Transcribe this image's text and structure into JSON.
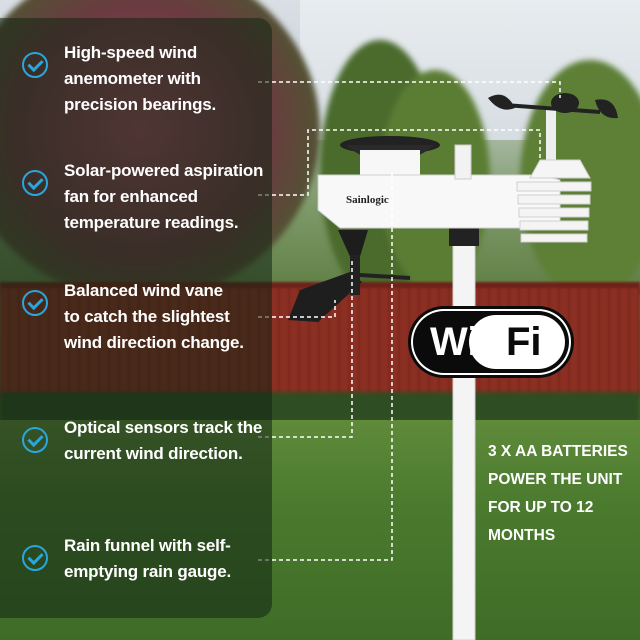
{
  "features": [
    {
      "text": "High-speed wind anemometer with precision bearings.",
      "lines": [
        "High-speed wind",
        "anemometer with",
        "precision bearings."
      ]
    },
    {
      "text": "Solar-powered aspiration fan for enhanced temperature readings.",
      "lines": [
        "Solar-powered aspiration",
        "fan for enhanced",
        "temperature readings."
      ]
    },
    {
      "text": "Balanced wind vane to catch the slightest wind direction change.",
      "lines": [
        "Balanced wind vane",
        "to catch the slightest",
        "wind direction change."
      ]
    },
    {
      "text": "Optical sensors track the current wind direction.",
      "lines": [
        "Optical sensors track the",
        "current wind direction."
      ]
    },
    {
      "text": "Rain funnel with self-emptying rain gauge.",
      "lines": [
        "Rain funnel with self-",
        "emptying rain gauge."
      ]
    }
  ],
  "wifi": {
    "left": "Wi",
    "right": "Fi"
  },
  "battery": [
    "3 X AA BATTERIES",
    "POWER THE UNIT",
    "FOR UP TO 12 MONTHS"
  ],
  "brand": "Sainlogic",
  "colors": {
    "check": "#2aa6dd",
    "panel": "rgba(18,36,20,0.55)",
    "fence": "#8c2f23"
  },
  "icons": [
    "check-circle-icon",
    "wifi-logo"
  ]
}
